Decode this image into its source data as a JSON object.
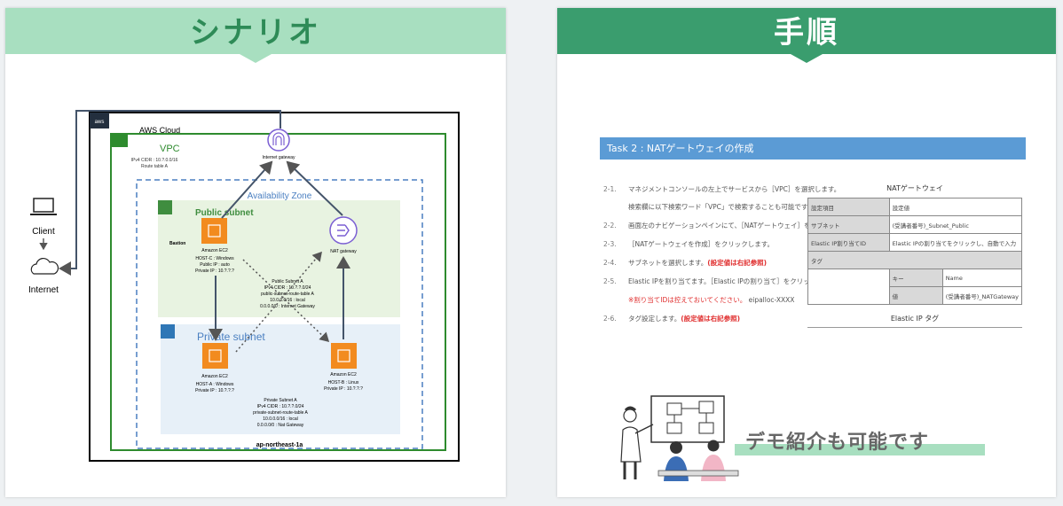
{
  "left_banner": {
    "title": "シナリオ",
    "color": "#a8dfc0"
  },
  "right_banner": {
    "title": "手順",
    "color": "#3a9d6e"
  },
  "diagram": {
    "aws_cloud": "AWS Cloud",
    "aws_logo": "aws",
    "vpc": {
      "title": "VPC",
      "cidr": "IPv4 CIDR : 10.?.0.0/16",
      "route": "Route table A"
    },
    "igw": "Internet gateway",
    "availability_zone": "Availability Zone",
    "region": "ap-northeast-1a",
    "client": "Client",
    "internet": "Internet",
    "public_subnet": {
      "title": "Public subnet",
      "bastion": "Bastion",
      "ec2_label": "Amazon EC2",
      "host_lines": [
        "HOST-C : Windows",
        "Public IP : auto",
        "Private IP : 10.?.?.?"
      ],
      "nat": "NAT gateway",
      "info_lines": [
        "Public Subnet A",
        "IPv4 CIDR : 10.?.?.0/24",
        "public-subnet-route-table A",
        "10.0.0.0/16 : local",
        "0.0.0.0/0 : Internet Gateway"
      ]
    },
    "private_subnet": {
      "title": "Private subnet",
      "ec2a_label": "Amazon EC2",
      "hosta_lines": [
        "HOST-A : Windows",
        "Private IP : 10.?.?.?"
      ],
      "ec2b_label": "Amazon EC2",
      "hostb_lines": [
        "HOST-B : Linux",
        "Private IP : 10.?.?.?"
      ],
      "info_lines": [
        "Private Subnet A",
        "IPv4 CIDR : 10.?.?.0/24",
        "private-subnet-route-table A",
        "10.0.0.0/16 : local",
        "0.0.0.0/0 : Nat Gateway"
      ]
    }
  },
  "procedure": {
    "task_title": "Task 2 : NATゲートウェイの作成",
    "steps": [
      {
        "num": "2-1.",
        "text": "マネジメントコンソールの左上でサービスから［VPC］を選択します。"
      },
      {
        "num": "2-2.",
        "text": "画面左のナビゲーションペインにて、［NATゲートウェイ］をクリックします。"
      },
      {
        "num": "2-3.",
        "text": "［NATゲートウェイを作成］をクリックします。"
      },
      {
        "num": "2-4.",
        "text": "サブネットを選択します。",
        "note": "(設定値は右記参照)"
      },
      {
        "num": "2-5.",
        "text": "Elastic IPを割り当てます。［Elastic IPの割り当て］をクリックします。"
      },
      {
        "num": "2-6.",
        "text": "タグ設定します。",
        "note": "(設定値は右記参照)"
      }
    ],
    "step1_sub": "検索欄に以下検索ワード「VPC」で検索することも可能です。",
    "step5_sub_red": "※割り当てIDは控えておいてください。",
    "step5_sub_plain": "eipalloc-XXXX",
    "table": {
      "title": "NATゲートウェイ",
      "rows": [
        {
          "key": "設定項目",
          "value": "設定値"
        },
        {
          "key": "サブネット",
          "value": "(受講者番号)_Subnet_Public"
        },
        {
          "key": "Elastic IP割り当てID",
          "value": "Elastic IPの割り当てをクリックし、自動で入力"
        },
        {
          "key": "タグ",
          "value": ""
        }
      ],
      "tag_rows": [
        {
          "key": "キー",
          "value": "Name"
        },
        {
          "key": "値",
          "value": "(受講者番号)_NATGateway"
        }
      ],
      "caption": "Elastic IP タグ"
    },
    "demo_text": "デモ紹介も可能です"
  }
}
